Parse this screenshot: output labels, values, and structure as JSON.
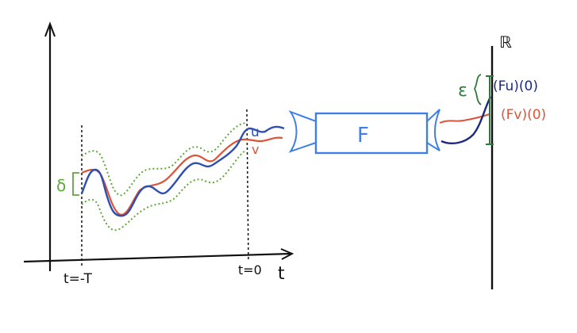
{
  "axes": {
    "time_label": "t",
    "tick_start": "t=-T",
    "tick_end": "t=0",
    "real_line_label": "ℝ"
  },
  "signals": {
    "u_label": "u",
    "v_label": "v",
    "delta_label": "δ"
  },
  "system": {
    "box_label": "F"
  },
  "outputs": {
    "epsilon_label": "ε",
    "fu_label": "(Fu)(0)",
    "fv_label": "(Fv)(0)"
  },
  "colors": {
    "ink": "#111111",
    "u_blue": "#2e4fb0",
    "v_red": "#d9553a",
    "delta_green": "#5fa83a",
    "box_blue": "#3f7fe6",
    "navy": "#1d2a80",
    "eps_green": "#2f7a3a"
  }
}
